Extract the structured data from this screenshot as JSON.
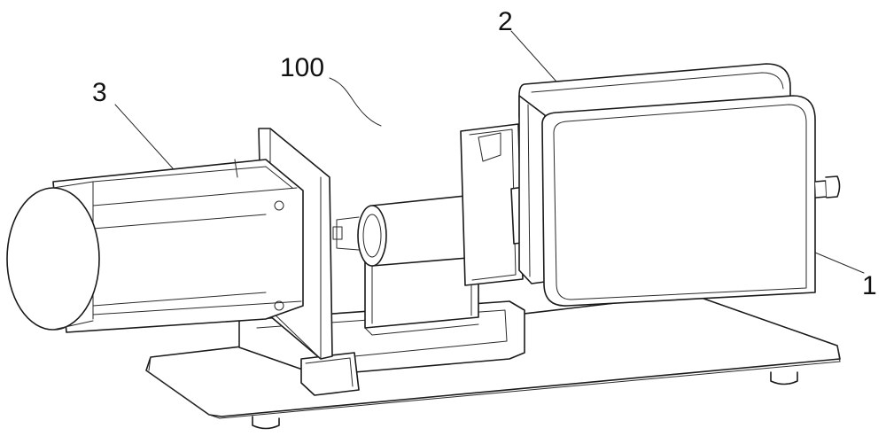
{
  "labels": {
    "label_1": "1",
    "label_2": "2",
    "label_3": "3",
    "label_100": "100"
  },
  "colors": {
    "line": "#1a1a1a",
    "background": "#ffffff"
  }
}
